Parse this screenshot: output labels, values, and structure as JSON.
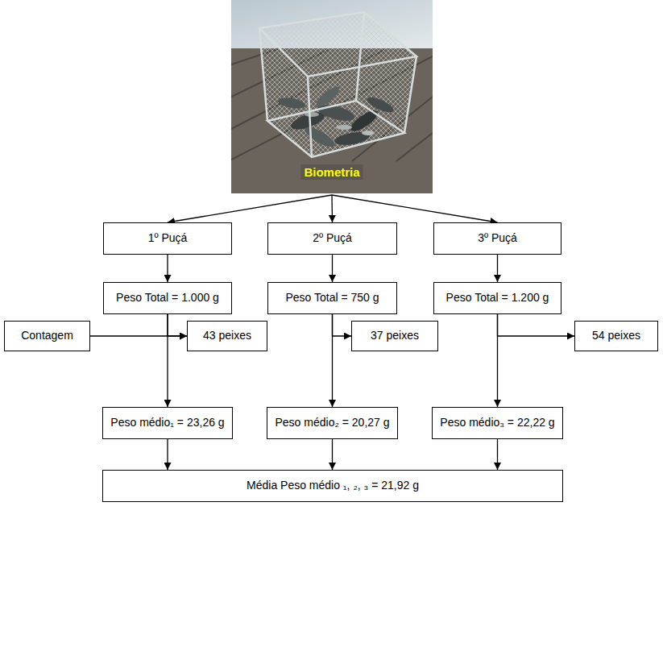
{
  "diagram": {
    "nodes": [
      {
        "text": [
          "Biometria"
        ]
      },
      {
        "text": [
          "1º Puçá"
        ]
      },
      {
        "text": [
          "2º Puçá"
        ]
      },
      {
        "text": [
          "3º Puçá"
        ]
      },
      {
        "text": [
          "Peso Total = 1.000 g"
        ]
      },
      {
        "text": [
          "Peso Total = 750 g"
        ]
      },
      {
        "text": [
          "Peso Total = 1.200 g"
        ]
      },
      {
        "text": [
          "Contagem"
        ]
      },
      {
        "text": [
          "43 peixes"
        ]
      },
      {
        "text": [
          "37 peixes"
        ]
      },
      {
        "text": [
          "54 peixes"
        ]
      },
      {
        "text": [
          "Peso médio₁ = 23,26 g"
        ]
      },
      {
        "text": [
          "Peso médio₂ = 20,27 g"
        ]
      },
      {
        "text": [
          "Peso médio₃ = 22,22 g"
        ]
      },
      {
        "text": [
          "Média Peso médio ₁, ₂, ₃ = 21,92 g"
        ]
      }
    ],
    "edges": [
      {
        "from": 0,
        "to": 1,
        "arrow": "to"
      },
      {
        "from": 0,
        "to": 2,
        "arrow": "to"
      },
      {
        "from": 0,
        "to": 3,
        "arrow": "to"
      },
      {
        "from": 1,
        "to": 4,
        "arrow": "to"
      },
      {
        "from": 2,
        "to": 5,
        "arrow": "to"
      },
      {
        "from": 3,
        "to": 6,
        "arrow": "to"
      },
      {
        "from": 7,
        "to": 8,
        "arrow": "to"
      },
      {
        "from": 4,
        "to": 8,
        "arrow": "to"
      },
      {
        "from": 5,
        "to": 9,
        "arrow": "to"
      },
      {
        "from": 6,
        "to": 10,
        "arrow": "to"
      },
      {
        "from": 4,
        "to": 11,
        "arrow": "to"
      },
      {
        "from": 5,
        "to": 12,
        "arrow": "to"
      },
      {
        "from": 6,
        "to": 13,
        "arrow": "to"
      },
      {
        "from": 11,
        "to": 14,
        "arrow": "to"
      },
      {
        "from": 12,
        "to": 14,
        "arrow": "to"
      },
      {
        "from": 13,
        "to": 14,
        "arrow": "to"
      }
    ]
  }
}
